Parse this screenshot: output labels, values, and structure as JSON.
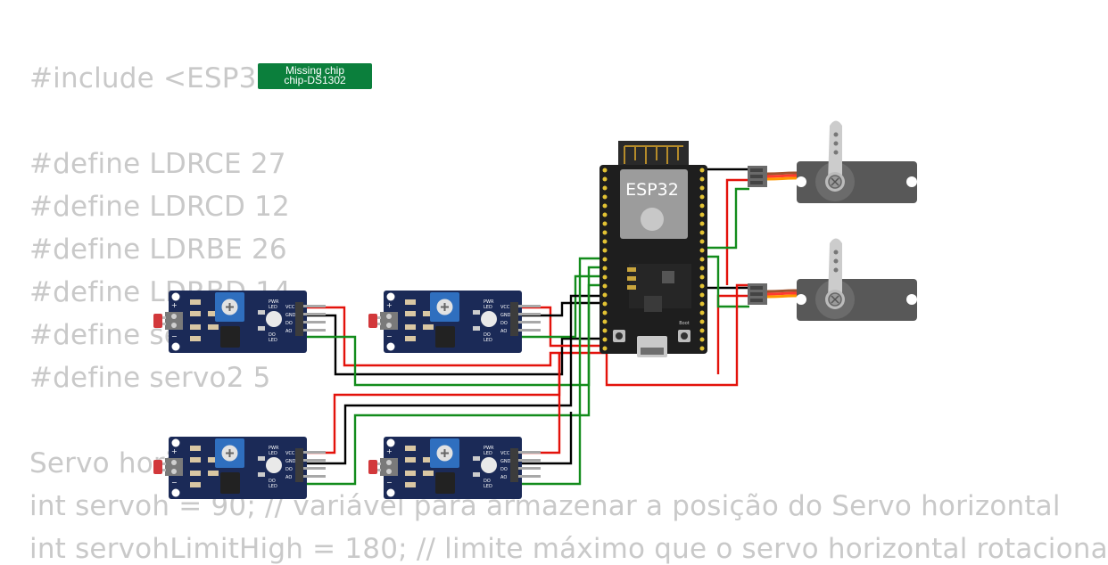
{
  "code_lines": [
    "#include <ESP32S",
    "#define LDRCE 27",
    "#define LDRCD 12",
    "#define LDRBE 26",
    "#define LDRBD 14",
    "#define servo1 4",
    "#define servo2 5",
    "Servo horizontal;",
    "int servoh = 90; // variável para armazenar a posição do Servo horizontal",
    "int servohLimitHigh = 180; // limite máximo que o servo horizontal rotaciona"
  ],
  "missing_chip": {
    "line1": "Missing chip",
    "line2": "chip-DS1302"
  },
  "esp32": {
    "label": "ESP32",
    "boot_label": "Boot"
  },
  "ldr_module": {
    "pins": [
      "VCC",
      "GND",
      "DO",
      "AO"
    ],
    "pwr_led": "PWR LED",
    "do_led": "DO LED"
  },
  "colors": {
    "board_blue": "#1b2a57",
    "wire_red": "#e3120b",
    "wire_black": "#000000",
    "wire_green": "#138c1c",
    "esp_body": "#1e1e1e",
    "servo_body": "#585858",
    "badge_green": "#0b7f3c"
  }
}
